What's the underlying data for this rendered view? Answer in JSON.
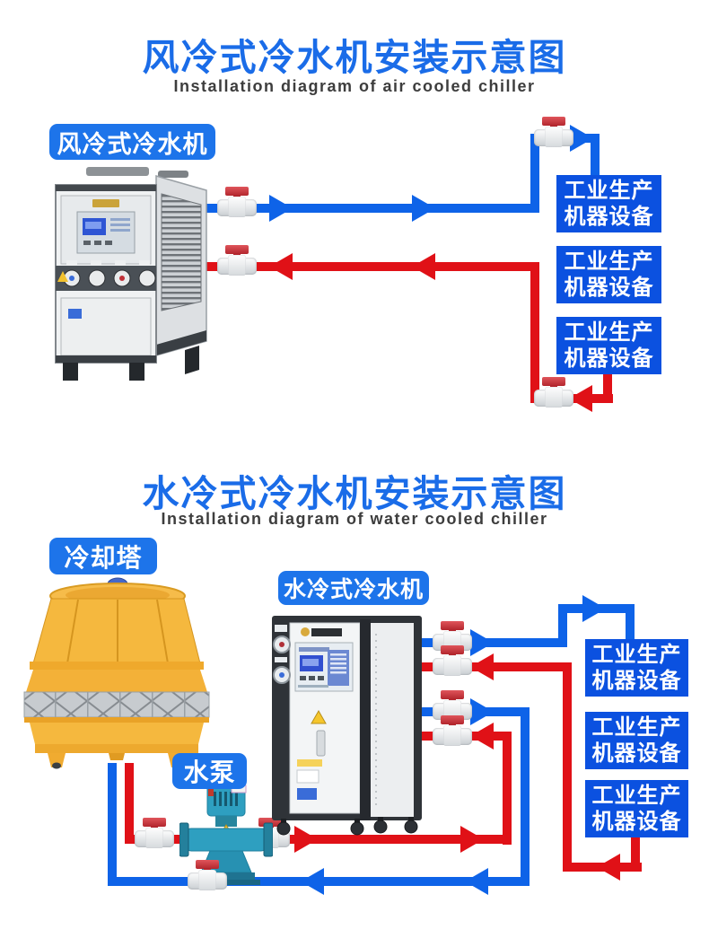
{
  "colors": {
    "title_blue": "#1a6ce8",
    "subtitle_color": "#3d3d3d",
    "label_blue": "#1d74ea",
    "box_blue": "#0b51e0",
    "pipe_blue": "#0e63e8",
    "pipe_red": "#e01117",
    "tower_yellow": "#f5b83e",
    "pump_teal": "#2e9fc0"
  },
  "icons": {
    "ball_valve": "css-shape",
    "flow_arrow": "css-triangle"
  },
  "diagram1": {
    "title": "风冷式冷水机安装示意图",
    "subtitle": "Installation diagram of air cooled chiller",
    "machine_label": "风冷式冷水机",
    "equipment_boxes": [
      {
        "line1": "工业生产",
        "line2": "机器设备"
      },
      {
        "line1": "工业生产",
        "line2": "机器设备"
      },
      {
        "line1": "工业生产",
        "line2": "机器设备"
      }
    ]
  },
  "diagram2": {
    "title": "水冷式冷水机安装示意图",
    "subtitle": "Installation diagram of water cooled chiller",
    "tower_label": "冷却塔",
    "machine_label": "水冷式冷水机",
    "pump_label": "水泵",
    "equipment_boxes": [
      {
        "line1": "工业生产",
        "line2": "机器设备"
      },
      {
        "line1": "工业生产",
        "line2": "机器设备"
      },
      {
        "line1": "工业生产",
        "line2": "机器设备"
      }
    ]
  }
}
